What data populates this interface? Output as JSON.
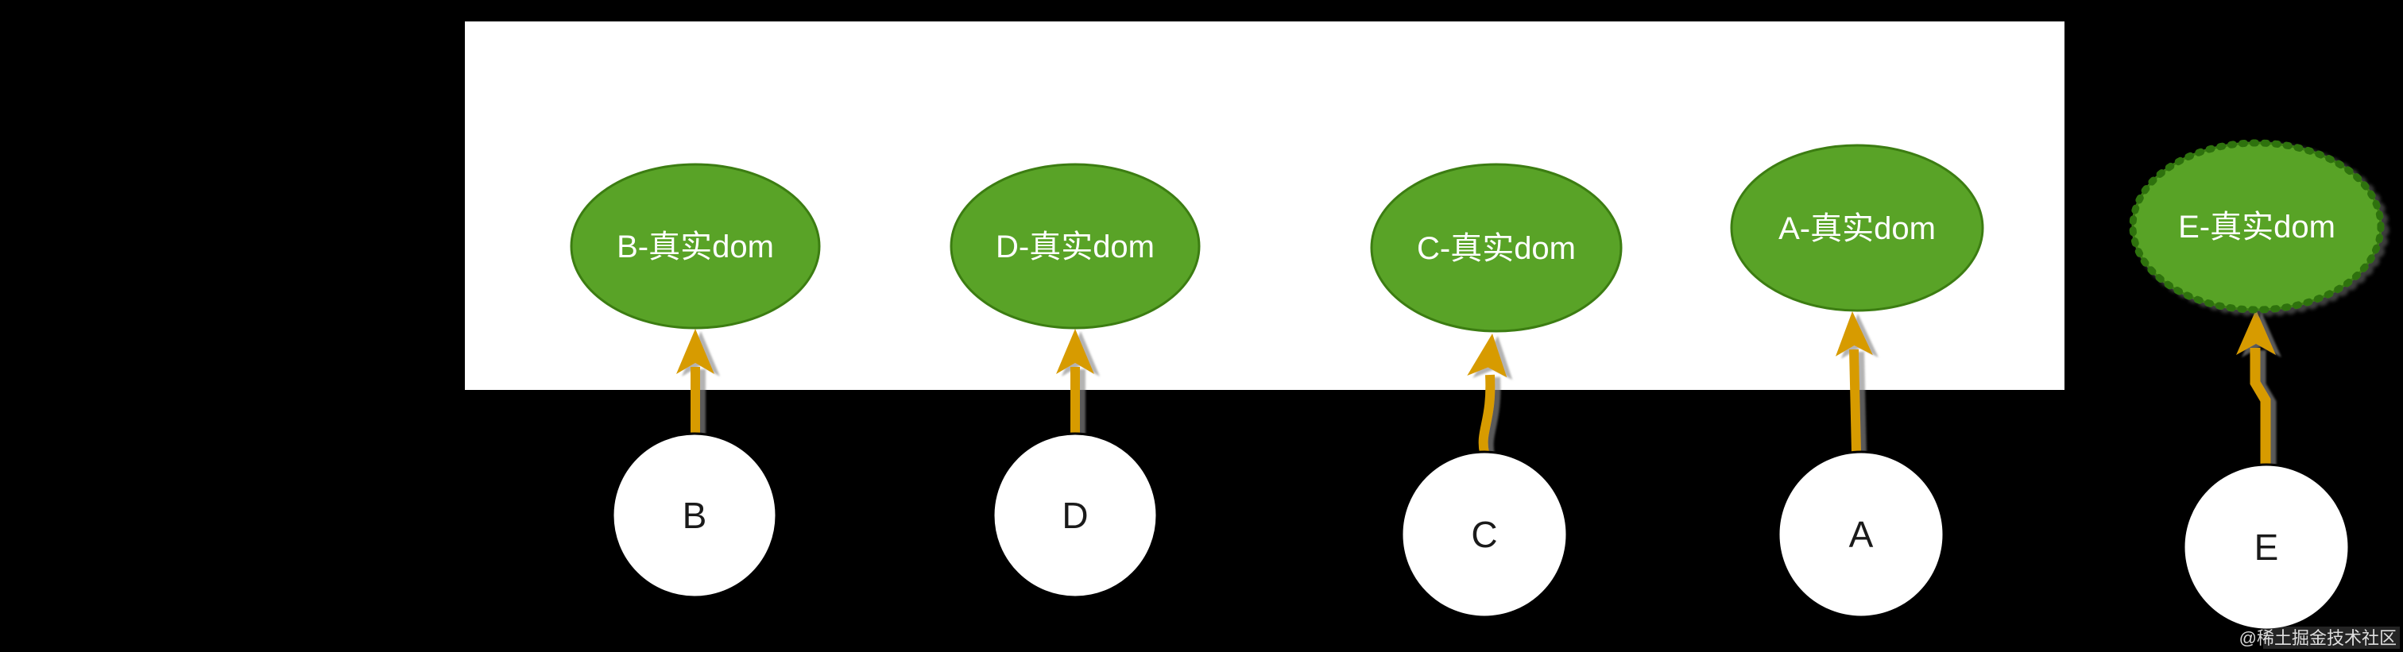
{
  "diagram": {
    "kind": "virtual-dom-to-real-dom mapping diagram",
    "nodes": [
      {
        "key": "b",
        "dom_label": "B-真实dom",
        "vnode_label": "B"
      },
      {
        "key": "d",
        "dom_label": "D-真实dom",
        "vnode_label": "D"
      },
      {
        "key": "c",
        "dom_label": "C-真实dom",
        "vnode_label": "C"
      },
      {
        "key": "a",
        "dom_label": "A-真实dom",
        "vnode_label": "A"
      },
      {
        "key": "e",
        "dom_label": "E-真实dom",
        "vnode_label": "E"
      }
    ],
    "colors": {
      "background": "#000000",
      "container_fill": "#ffffff",
      "container_border": "#000000",
      "node_fill": "#59a327",
      "node_stroke": "#3c7d12",
      "node_stroke_selected": "#2f720d",
      "arrow": "#d79b00",
      "arrow_shadow": "#8a8a8a",
      "vnode_fill": "#ffffff",
      "vnode_stroke": "#000000"
    },
    "watermark": {
      "text": "@稀土掘金技术社区"
    }
  }
}
